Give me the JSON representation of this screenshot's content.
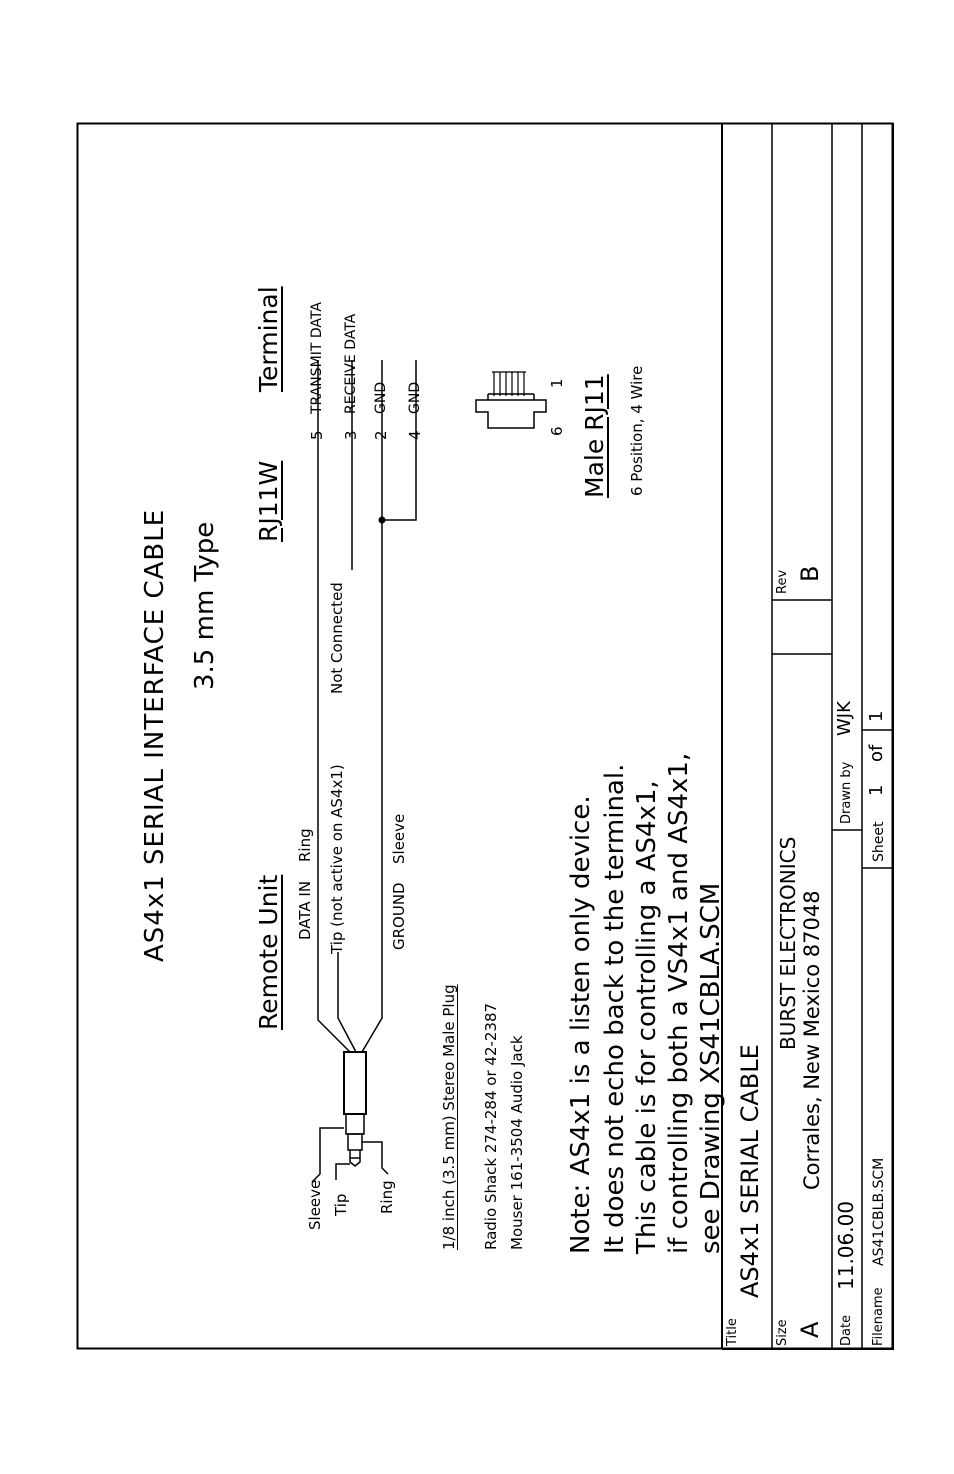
{
  "title": "AS4x1 SERIAL INTERFACE CABLE",
  "subtitle": "3.5 mm Type",
  "remote": {
    "heading": "Remote Unit",
    "data_in": "DATA IN",
    "ring": "Ring",
    "tip_note": "Tip (not active on AS4x1)",
    "not_connected": "Not Connected",
    "ground": "GROUND",
    "sleeve": "Sleeve"
  },
  "rj11w": {
    "heading": "RJ11W"
  },
  "terminal": {
    "heading": "Terminal",
    "pins": [
      {
        "num": "5",
        "label": "TRANSMIT DATA"
      },
      {
        "num": "3",
        "label": "RECEIVE DATA"
      },
      {
        "num": "2",
        "label": "GND"
      },
      {
        "num": "4",
        "label": "GND"
      }
    ]
  },
  "plug": {
    "sleeve": "Sleeve",
    "tip": "Tip",
    "ring": "Ring",
    "spec": "1/8 inch (3.5 mm) Stereo Male Plug",
    "radio_shack": "Radio Shack 274-284 or 42-2387",
    "mouser": "Mouser 161-3504 Audio Jack"
  },
  "rj11": {
    "pin6": "6",
    "pin1": "1",
    "heading": "Male RJ11",
    "spec": "6 Position, 4 Wire"
  },
  "note": [
    "Note: AS4x1 is a listen only device.",
    "It does not echo back to the terminal.",
    "This cable is for controlling a AS4x1,",
    "if controlling both a VS4x1 and AS4x1,",
    "see Drawing XS41CBLA.SCM"
  ],
  "title_block": {
    "title_label": "Title",
    "title_value": "AS4x1 SERIAL CABLE",
    "size_label": "Size",
    "size_value": "A",
    "company": "BURST ELECTRONICS",
    "location": "Corrales, New Mexico 87048",
    "rev_label": "Rev",
    "rev_value": "B",
    "date_label": "Date",
    "date_value": "11.06.00",
    "drawn_label": "Drawn by",
    "drawn_value": "WJK",
    "filename_label": "Filename",
    "filename_value": "AS41CBLB.SCM",
    "sheet_label": "Sheet",
    "sheet_num": "1",
    "sheet_of": "of",
    "sheet_total": "1"
  }
}
